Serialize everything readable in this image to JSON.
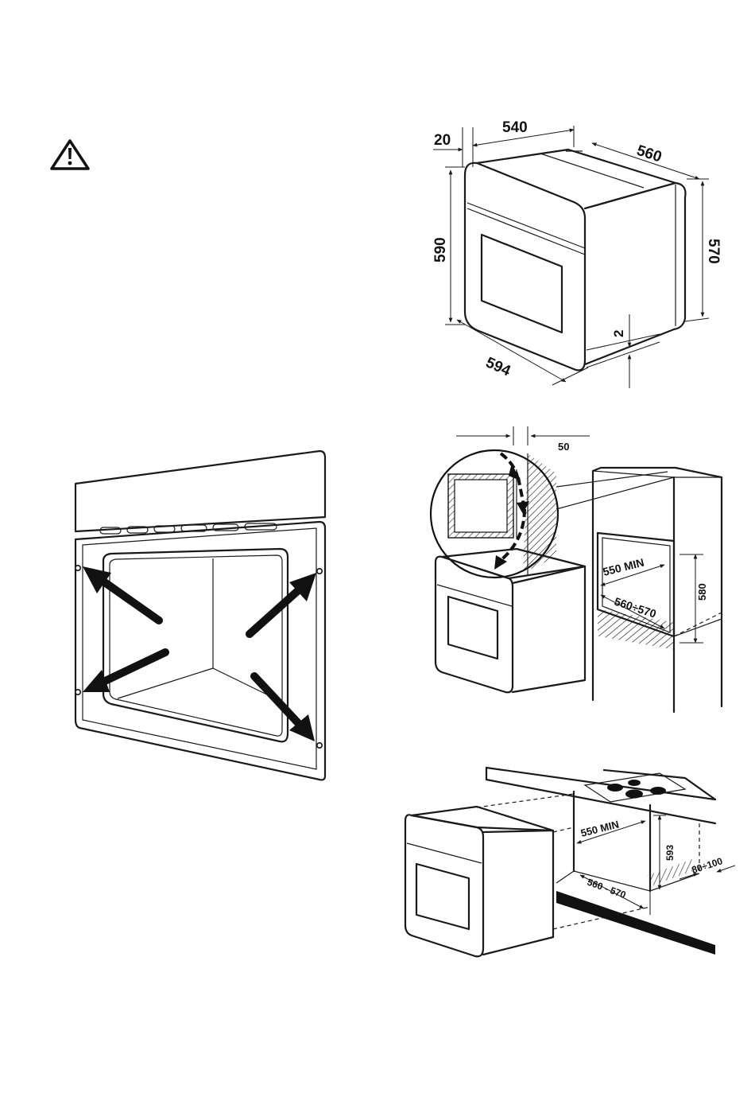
{
  "dimensions_top": {
    "d20": "20",
    "d540": "540",
    "d560": "560",
    "d590": "590",
    "d570": "570",
    "d2": "2",
    "d594": "594"
  },
  "dimensions_column": {
    "d50": "50",
    "d550min": "550 MIN",
    "d560_570": "560÷570",
    "d580": "580"
  },
  "dimensions_undercounter": {
    "d550min": "550 MIN",
    "d593": "593",
    "d80_100": "80÷100",
    "d560_570": "560 - 570"
  },
  "icons": [
    "warning-icon",
    "fixing-arrow-icon"
  ]
}
